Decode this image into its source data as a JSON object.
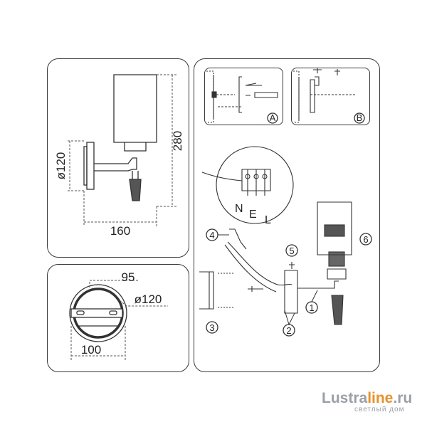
{
  "dimensions": {
    "height": "280",
    "base_diameter_side": "ø120",
    "depth": "160",
    "mount_width": "95",
    "base_diameter_top": "ø120",
    "plate_width": "100"
  },
  "detail_labels": [
    "A",
    "B"
  ],
  "wire_labels": [
    "N",
    "E",
    "L"
  ],
  "step_numbers": [
    "1",
    "2",
    "3",
    "4",
    "5",
    "6"
  ],
  "watermark": {
    "brand_prefix": "Lustra",
    "brand_highlight": "line",
    "brand_suffix": ".ru",
    "tagline": "светлый дом"
  }
}
